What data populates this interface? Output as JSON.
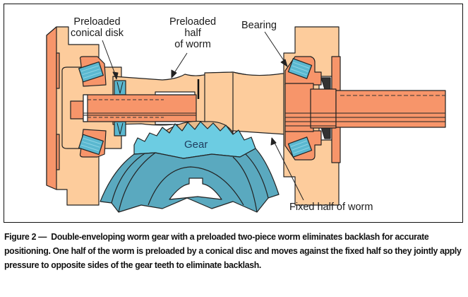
{
  "figure": {
    "labels": {
      "preloaded_conical_disk": [
        "Preloaded",
        "conical disk"
      ],
      "preloaded_half_of_worm": [
        "Preloaded",
        "half",
        "of worm"
      ],
      "bearing": "Bearing",
      "gear": "Gear",
      "fixed_half_of_worm": "Fixed half of worm"
    },
    "colors": {
      "housing": "#fdcc9c",
      "shaft_and_races": "#f7956a",
      "bearing_rollers": "#5bb8d0",
      "gear_teeth": "#6ccce2",
      "gear_body": "#5aa9bf",
      "worm_thread": "#e8bb8c",
      "outline": "#222222"
    }
  },
  "caption": {
    "prefix": "Figure 2 —",
    "text": "Double-enveloping worm gear with a preloaded two-piece worm eliminates backlash for accurate positioning. One half of the worm is preloaded by a conical disc and moves against the fixed half so they jointly apply pressure to opposite sides of the gear teeth to eliminate backlash."
  }
}
